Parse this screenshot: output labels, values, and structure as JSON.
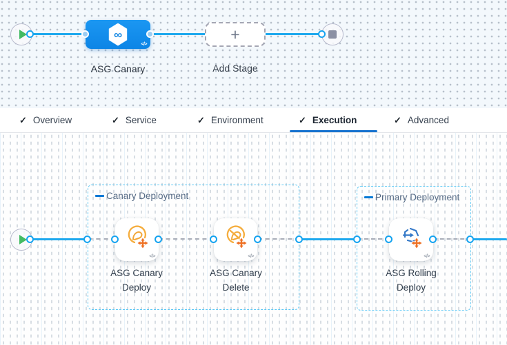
{
  "icons": {
    "check": "✓",
    "plus": "+",
    "code": "</>",
    "infinity": "∞"
  },
  "stage_pipeline": {
    "stage_label": "ASG Canary",
    "add_stage_label": "Add Stage"
  },
  "tabs": [
    {
      "label": "Overview",
      "checked": true,
      "active": false
    },
    {
      "label": "Service",
      "checked": true,
      "active": false
    },
    {
      "label": "Environment",
      "checked": true,
      "active": false
    },
    {
      "label": "Execution",
      "checked": true,
      "active": true
    },
    {
      "label": "Advanced",
      "checked": true,
      "active": false
    }
  ],
  "execution": {
    "groups": [
      {
        "title": "Canary Deployment",
        "steps": [
          {
            "label": "ASG Canary Deploy",
            "icon": "asg-canary-deploy-icon"
          },
          {
            "label": "ASG Canary Delete",
            "icon": "asg-canary-delete-icon"
          }
        ]
      },
      {
        "title": "Primary Deployment",
        "steps": [
          {
            "label": "ASG Rolling Deploy",
            "icon": "asg-rolling-deploy-icon"
          }
        ]
      }
    ]
  },
  "colors": {
    "accent_blue": "#0278d5",
    "line_blue": "#1ea9ee",
    "stage_blue": "#1389e9",
    "group_border": "#5fc9f5",
    "icon_orange": "#f5ad3d",
    "arrow_orange": "#ee7125",
    "play_green": "#43bb63"
  }
}
